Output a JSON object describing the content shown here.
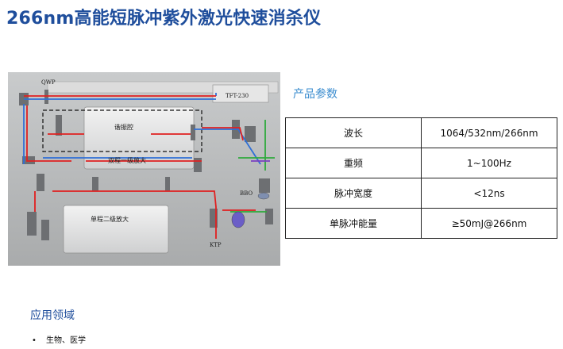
{
  "slide": {
    "title": "266nm高能短脉冲紫外激光快速消杀仪"
  },
  "diagram": {
    "labels": {
      "qwp": "QWP",
      "tft": "TFT-230",
      "seed": "谐振腔",
      "amp1": "双程一级放大",
      "amp2": "单程二级放大",
      "bbo": "BBO",
      "ktp": "KTP"
    },
    "colors": {
      "red": "#e02020",
      "blue": "#2f6fd6",
      "green": "#2eaa3c",
      "purple": "#7a3fc0"
    }
  },
  "params": {
    "title": "产品参数",
    "rows": [
      {
        "name": "波长",
        "value": "1064/532nm/266nm"
      },
      {
        "name": "重频",
        "value": "1~100Hz"
      },
      {
        "name": "脉冲宽度",
        "value": "<12ns"
      },
      {
        "name": "单脉冲能量",
        "value": "≥50mJ@266nm"
      }
    ]
  },
  "application": {
    "title": "应用领域",
    "bullet_symbol": "•",
    "items": [
      "生物、医学"
    ]
  }
}
